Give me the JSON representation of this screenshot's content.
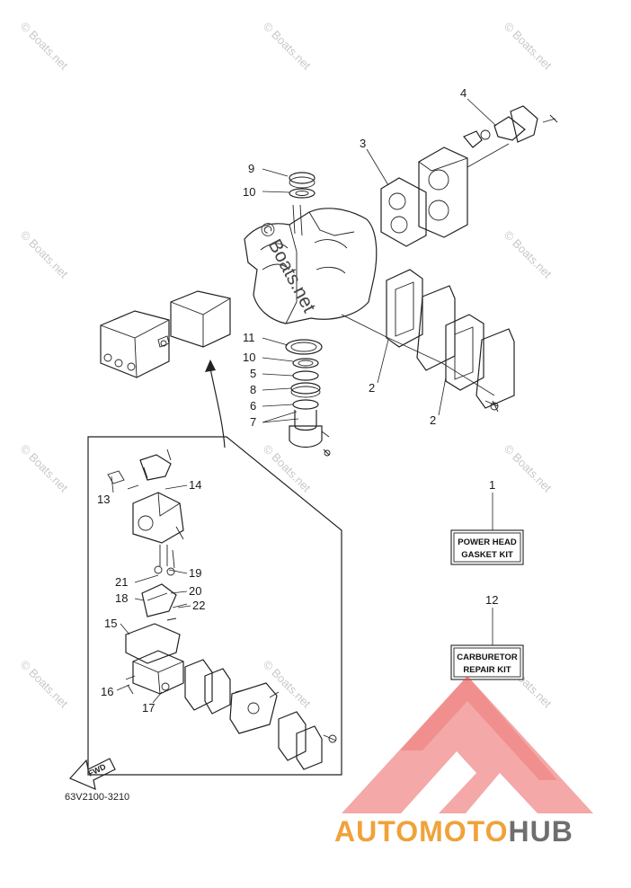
{
  "callouts": {
    "c1": "1",
    "c2a": "2",
    "c2b": "2",
    "c3": "3",
    "c4": "4",
    "c5": "5",
    "c6": "6",
    "c7": "7",
    "c8": "8",
    "c9": "9",
    "c10a": "10",
    "c10b": "10",
    "c11": "11",
    "c12": "12",
    "c13": "13",
    "c14": "14",
    "c15": "15",
    "c16": "16",
    "c17": "17",
    "c18": "18",
    "c19": "19",
    "c20": "20",
    "c21": "21",
    "c22": "22"
  },
  "kits": {
    "power_head_line1": "POWER HEAD",
    "power_head_line2": "GASKET KIT",
    "carburetor_line1": "CARBURETOR",
    "carburetor_line2": "REPAIR KIT"
  },
  "fwd_label": "FWD",
  "diagram_code": "63V2100-3210",
  "watermark": "© Boats.net",
  "brand": {
    "part1": "AUTOMOTO",
    "part2": "HUB"
  },
  "colors": {
    "brand_orange": "#f0a23a",
    "brand_gray": "#6e6e6e",
    "logo_red": "#e84545"
  }
}
